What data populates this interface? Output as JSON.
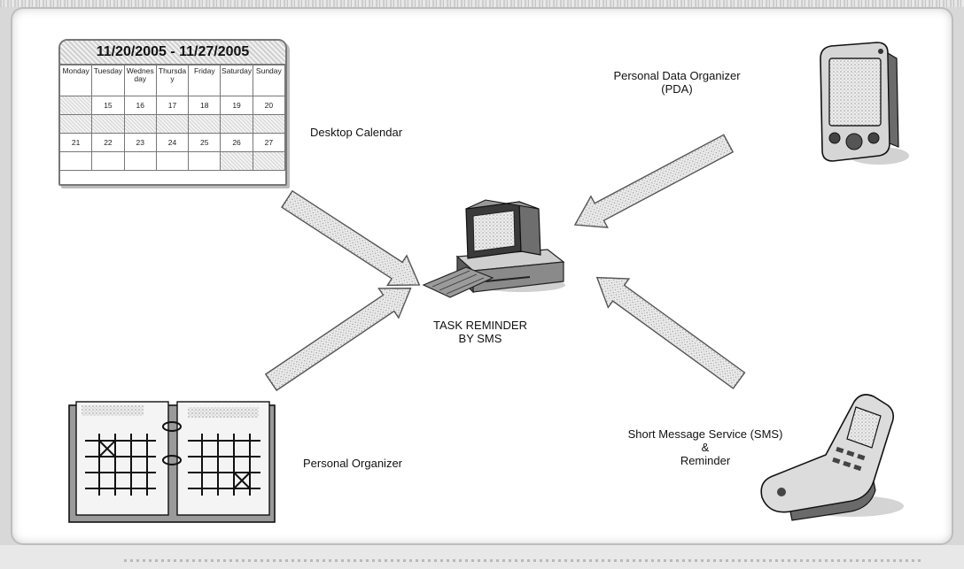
{
  "calendar": {
    "range": "11/20/2005 - 11/27/2005",
    "days": [
      "Monday",
      "Tuesday",
      "Wednesday",
      "Thursday",
      "Friday",
      "Saturday",
      "Sunday"
    ],
    "rows": [
      [
        "",
        "15",
        "16",
        "17",
        "18",
        "19",
        "20"
      ],
      [
        "",
        "",
        "",
        "",
        "",
        "",
        ""
      ],
      [
        "21",
        "22",
        "23",
        "24",
        "25",
        "26",
        "27"
      ],
      [
        "",
        "",
        "",
        "",
        "",
        "",
        ""
      ]
    ]
  },
  "labels": {
    "desktop_calendar": "Desktop Calendar",
    "pda_line1": "Personal Data Organizer",
    "pda_line2": "(PDA)",
    "center_line1": "TASK REMINDER",
    "center_line2": "BY SMS",
    "personal_organizer": "Personal Organizer",
    "sms_line1": "Short Message Service (SMS)",
    "sms_line2": "&",
    "sms_line3": "Reminder"
  },
  "colors": {
    "arrow_fill": "#e3e3e3",
    "arrow_stroke": "#555555"
  },
  "icons": [
    "desktop-computer-icon",
    "pda-icon",
    "calendar-icon",
    "planner-book-icon",
    "mobile-phone-icon"
  ]
}
